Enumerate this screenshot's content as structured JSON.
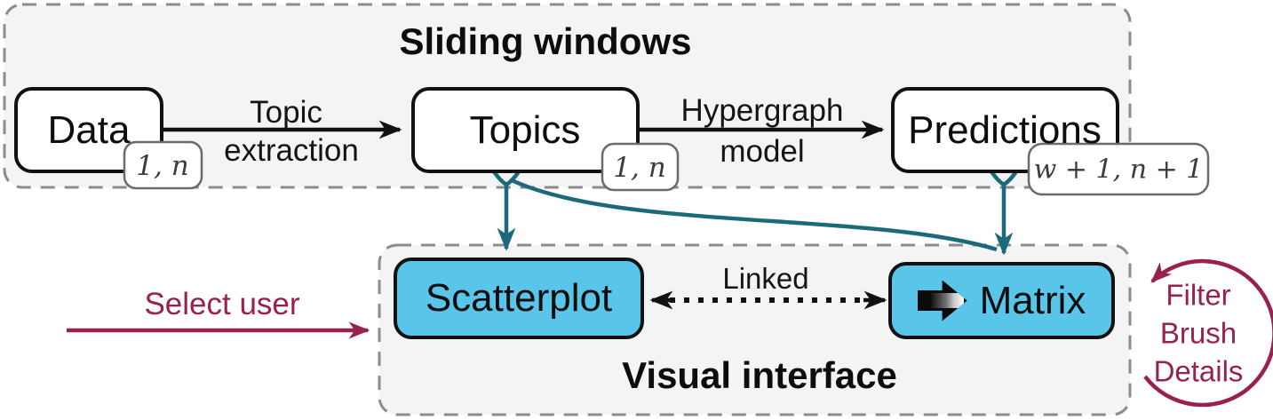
{
  "figure": {
    "type": "pipeline-diagram",
    "colors": {
      "teal_arrow": "#1b6a7a",
      "maroon": "#982150",
      "node_blue": "#58c5e9",
      "panel_fill": "#f4f4f4",
      "panel_border": "#8c8c8c",
      "node_border": "#111111",
      "badge_border": "#6b6b6b",
      "badge_text": "#3c3c3c",
      "black": "#111111"
    },
    "sliding_panel": {
      "title": "Sliding windows",
      "nodes": {
        "data": {
          "label": "Data",
          "badge": "1, n"
        },
        "topics": {
          "label": "Topics",
          "badge": "1, n"
        },
        "predictions": {
          "label": "Predictions",
          "badge": "w + 1, n + 1"
        }
      },
      "edges": {
        "topic_extraction": {
          "line1": "Topic",
          "line2": "extraction"
        },
        "hypergraph_model": {
          "line1": "Hypergraph",
          "line2": "model"
        }
      }
    },
    "visual_panel": {
      "title": "Visual interface",
      "nodes": {
        "scatterplot": {
          "label": "Scatterplot"
        },
        "matrix": {
          "label": "Matrix",
          "icon": "gradient-arrow-right-icon"
        }
      },
      "link_label": "Linked"
    },
    "annotations": {
      "select_user": "Select user",
      "interaction_loop": {
        "line1": "Filter",
        "line2": "Brush",
        "line3": "Details"
      }
    }
  }
}
